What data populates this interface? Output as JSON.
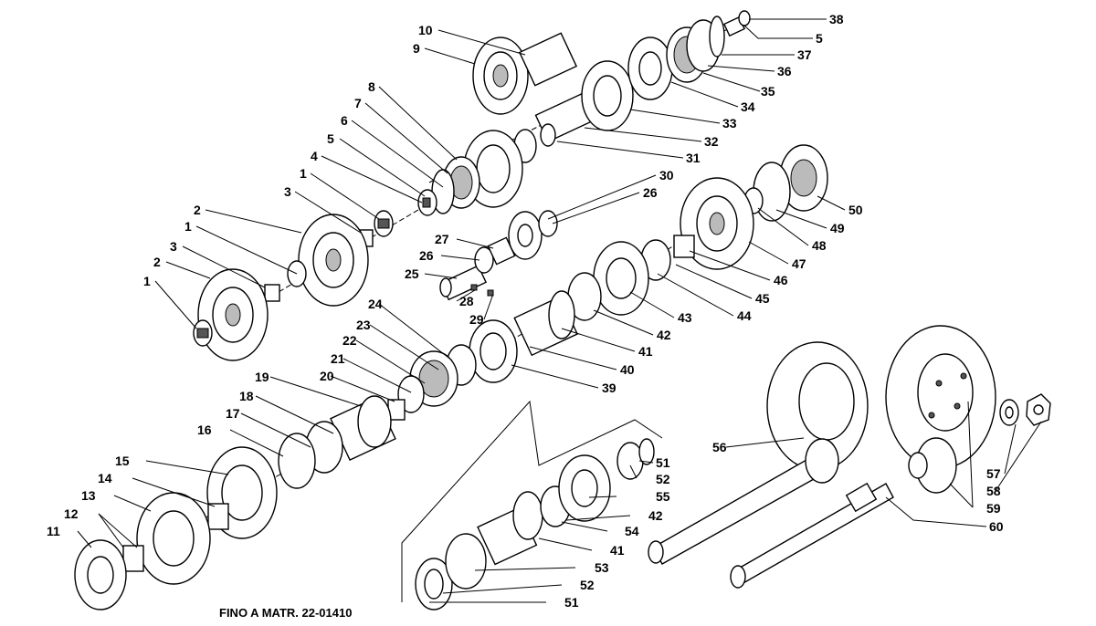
{
  "caption": "FINO A MATR. 22-01410",
  "labels": {
    "l38": "38",
    "l5a": "5",
    "l37": "37",
    "l36": "36",
    "l35": "35",
    "l34": "34",
    "l33": "33",
    "l32": "32",
    "l31": "31",
    "l10": "10",
    "l9": "9",
    "l8": "8",
    "l7": "7",
    "l6": "6",
    "l5b": "5",
    "l4": "4",
    "l1a": "1",
    "l3a": "3",
    "l2a": "2",
    "l1b": "1",
    "l3b": "3",
    "l2b": "2",
    "l1c": "1",
    "l30": "30",
    "l26a": "26",
    "l27": "27",
    "l26b": "26",
    "l25": "25",
    "l28": "28",
    "l29": "29",
    "l50": "50",
    "l49": "49",
    "l48": "48",
    "l47": "47",
    "l46": "46",
    "l45": "45",
    "l44": "44",
    "l43": "43",
    "l42a": "42",
    "l41a": "41",
    "l40": "40",
    "l39": "39",
    "l24": "24",
    "l23": "23",
    "l22": "22",
    "l21": "21",
    "l20": "20",
    "l19": "19",
    "l18": "18",
    "l17": "17",
    "l16": "16",
    "l15": "15",
    "l14": "14",
    "l13": "13",
    "l12": "12",
    "l11": "11",
    "l51a": "51",
    "l52a": "52",
    "l55": "55",
    "l42b": "42",
    "l54": "54",
    "l41b": "41",
    "l53": "53",
    "l52b": "52",
    "l51b": "51",
    "l56": "56",
    "l57": "57",
    "l58": "58",
    "l59": "59",
    "l60": "60"
  }
}
